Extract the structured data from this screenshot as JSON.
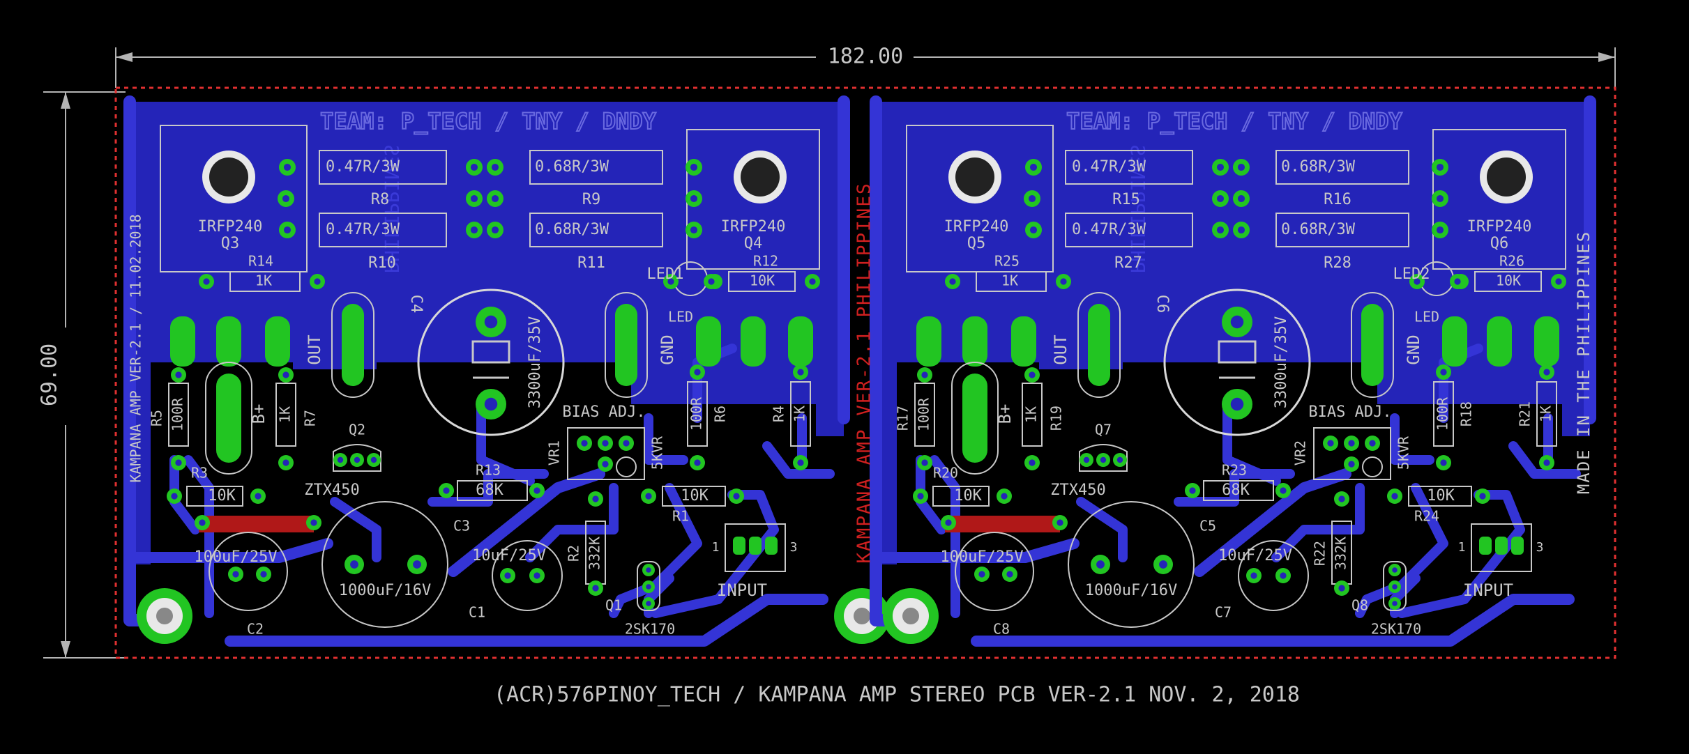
{
  "dimensions": {
    "width_label": "182.00",
    "height_label": "69.00"
  },
  "footer": "(ACR)576PINOY_TECH / KAMPANA AMP STEREO PCB VER-2.1 NOV. 2, 2018",
  "center_label": "KAMPANA AMP VER-2.1 PHILIPPINES",
  "left_side_label": "KAMPANA AMP VER-2.1 / 11.02.2018",
  "right_side_label": "MADE IN THE PHILIPPINES",
  "colors": {
    "background": "#000000",
    "copper_bottom": "#2424b8",
    "copper_trace": "#3434d6",
    "copper_top": "#b01818",
    "pad": "#22c522",
    "silkscreen": "#c8c8c8",
    "outline": "#e03030",
    "dimension": "#b4b4b4"
  },
  "channels": [
    {
      "team": "TEAM: P_TECH / TNY / DNDY",
      "mirrored_label": "PHILIPPINES",
      "r_top1": "0.47R/3W",
      "r_top1_ref": "R8",
      "r_top2": "0.68R/3W",
      "r_top2_ref": "R9",
      "r_mid1": "0.47R/3W",
      "r_mid1_ref": "R10",
      "r_mid2": "0.68R/3W",
      "r_mid2_ref": "R11",
      "mosfet_left": "IRFP240",
      "mosfet_left_ref": "Q3",
      "mosfet_right": "IRFP240",
      "mosfet_right_ref": "Q4",
      "r_bias_l_ref": "R14",
      "r_bias_l_val": "1K",
      "r_bias_r_ref": "R12",
      "r_bias_r_val": "10K",
      "led_ref": "LED1",
      "led_label": "LED",
      "cap_big_ref": "C4",
      "cap_big_val": "3300uF/35V",
      "out_label": "OUT",
      "gnd_label": "GND",
      "bplus_label": "B+",
      "r5_ref": "R5",
      "r5_val": "100R",
      "r7_ref": "R7",
      "r7_val": "1K",
      "q2_ref": "Q2",
      "q2_val": "ZTX450",
      "r3_ref": "R3",
      "r3_val": "10K",
      "c2_val": "100uF/25V",
      "c2_ref": "C2",
      "c3_val": "1000uF/16V",
      "c3_ref": "C3",
      "c1_val": "10uF/25V",
      "c1_ref": "C1",
      "r13_ref": "R13",
      "r13_val": "68K",
      "bias_label": "BIAS ADJ.",
      "vr_ref": "VR1",
      "vr_val": "5KVR",
      "r2_ref": "R2",
      "r2_val": "332K",
      "r1_ref": "R1",
      "r1_val": "10K",
      "r6_ref": "R6",
      "r6_val": "100R",
      "r4_ref": "R4",
      "r4_val": "1K",
      "q1_ref": "Q1",
      "q1_val": "2SK170",
      "input_label": "INPUT",
      "pin1": "1",
      "pin3": "3"
    },
    {
      "team": "TEAM: P_TECH / TNY / DNDY",
      "mirrored_label": "PHILIPPINES",
      "r_top1": "0.47R/3W",
      "r_top1_ref": "R15",
      "r_top2": "0.68R/3W",
      "r_top2_ref": "R16",
      "r_mid1": "0.47R/3W",
      "r_mid1_ref": "R27",
      "r_mid2": "0.68R/3W",
      "r_mid2_ref": "R28",
      "mosfet_left": "IRFP240",
      "mosfet_left_ref": "Q5",
      "mosfet_right": "IRFP240",
      "mosfet_right_ref": "Q6",
      "r_bias_l_ref": "R25",
      "r_bias_l_val": "1K",
      "r_bias_r_ref": "R26",
      "r_bias_r_val": "10K",
      "led_ref": "LED2",
      "led_label": "LED",
      "cap_big_ref": "C6",
      "cap_big_val": "3300uF/35V",
      "out_label": "OUT",
      "gnd_label": "GND",
      "bplus_label": "B+",
      "r5_ref": "R17",
      "r5_val": "100R",
      "r7_ref": "R19",
      "r7_val": "1K",
      "q2_ref": "Q7",
      "q2_val": "ZTX450",
      "r3_ref": "R20",
      "r3_val": "10K",
      "c2_val": "100uF/25V",
      "c2_ref": "C8",
      "c3_val": "1000uF/16V",
      "c3_ref": "C5",
      "c1_val": "10uF/25V",
      "c1_ref": "C7",
      "r13_ref": "R23",
      "r13_val": "68K",
      "bias_label": "BIAS ADJ.",
      "vr_ref": "VR2",
      "vr_val": "5KVR",
      "r2_ref": "R22",
      "r2_val": "332K",
      "r1_ref": "R24",
      "r1_val": "10K",
      "r6_ref": "R18",
      "r6_val": "100R",
      "r4_ref": "R21",
      "r4_val": "1K",
      "q1_ref": "Q8",
      "q1_val": "2SK170",
      "input_label": "INPUT",
      "pin1": "1",
      "pin3": "3"
    }
  ]
}
